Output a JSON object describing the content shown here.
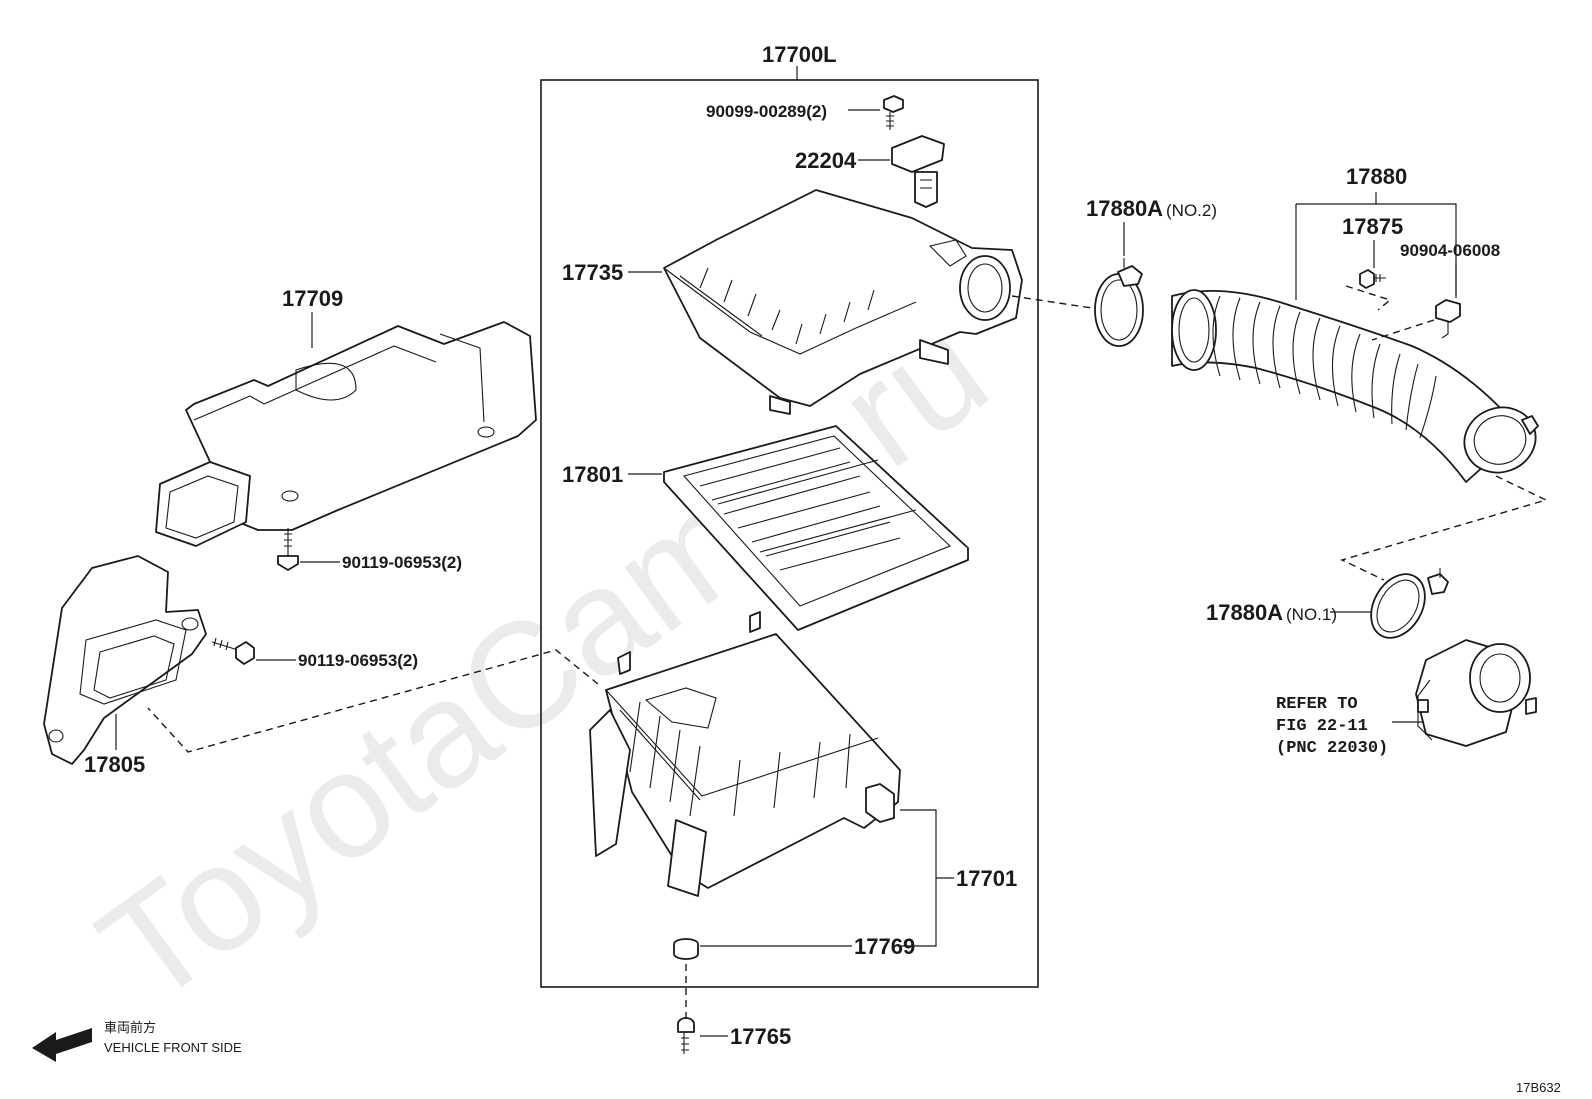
{
  "watermark": "ToyotaCamry.ru",
  "assembly_label": "17700L",
  "parts": {
    "screw_top": "90099-00289(2)",
    "sensor": "22204",
    "cover": "17735",
    "element": "17801",
    "case": "17701",
    "grommet": "17769",
    "bolt_bottom": "17765",
    "resonator": "17709",
    "bolt_resonator": "90119-06953(2)",
    "inlet": "17805",
    "bolt_inlet": "90119-06953(2)",
    "clamp_no2": "17880A",
    "clamp_no2_note": "(NO.2)",
    "hose_assy": "17880",
    "hose_sub": "17875",
    "hose_clip": "90904-06008",
    "clamp_no1": "17880A",
    "clamp_no1_note": "(NO.1)"
  },
  "refer": {
    "line1": "REFER TO",
    "line2": "FIG 22-11",
    "line3": "(PNC 22030)"
  },
  "direction": {
    "jp": "車両前方",
    "en": "VEHICLE FRONT SIDE"
  },
  "figure_code": "17B632"
}
